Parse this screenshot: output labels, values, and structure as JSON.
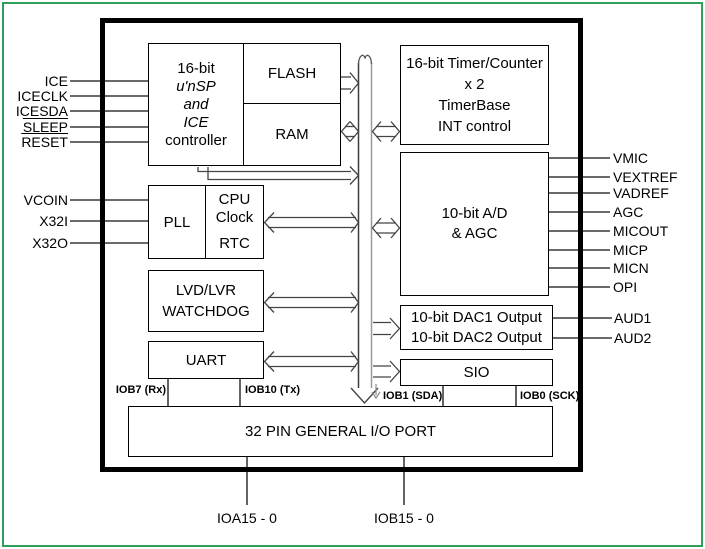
{
  "diagram_type": "microcontroller-block-diagram",
  "colors": {
    "frame_green": "#2fa05c",
    "line_black": "#000000",
    "bus_gray": "#8a8a8a",
    "arrow_gray": "#444444"
  },
  "blocks": {
    "controller": {
      "line1": "16-bit",
      "line2": "u'nSP",
      "line3": "and",
      "line4": "ICE",
      "line5": "controller"
    },
    "flash": "FLASH",
    "ram": "RAM",
    "timer": {
      "line1": "16-bit Timer/Counter",
      "line2": "x 2",
      "line3": "TimerBase",
      "line4": "INT control"
    },
    "adc": {
      "line1": "10-bit A/D",
      "line2": "& AGC"
    },
    "pll": "PLL",
    "cpu_clock": "CPU Clock",
    "rtc": "RTC",
    "lvd": {
      "line1": "LVD/LVR",
      "line2": "WATCHDOG"
    },
    "uart": "UART",
    "dac": {
      "line1": "10-bit DAC1 Output",
      "line2": "10-bit DAC2 Output"
    },
    "sio": "SIO",
    "io_port": "32 PIN GENERAL I/O PORT"
  },
  "pins": {
    "left": [
      {
        "label": "ICE"
      },
      {
        "label": "ICECLK"
      },
      {
        "label": "ICESDA"
      },
      {
        "label": "SLEEP",
        "active_low": true
      },
      {
        "label": "RESET",
        "active_low": true
      },
      {
        "label": "VCOIN"
      },
      {
        "label": "X32I"
      },
      {
        "label": "X32O"
      }
    ],
    "right": [
      {
        "label": "VMIC"
      },
      {
        "label": "VEXTREF"
      },
      {
        "label": "VADREF"
      },
      {
        "label": "AGC"
      },
      {
        "label": "MICOUT"
      },
      {
        "label": "MICP"
      },
      {
        "label": "MICN"
      },
      {
        "label": "OPI"
      },
      {
        "label": "AUD1"
      },
      {
        "label": "AUD2"
      }
    ],
    "bottom": [
      {
        "label": "IOA15 - 0"
      },
      {
        "label": "IOB15 - 0"
      }
    ]
  },
  "io_pin_labels": [
    {
      "label": "IOB7 (Rx)"
    },
    {
      "label": "IOB10 (Tx)"
    },
    {
      "label": "IOB1 (SDA)"
    },
    {
      "label": "IOB0 (SCK)"
    }
  ]
}
